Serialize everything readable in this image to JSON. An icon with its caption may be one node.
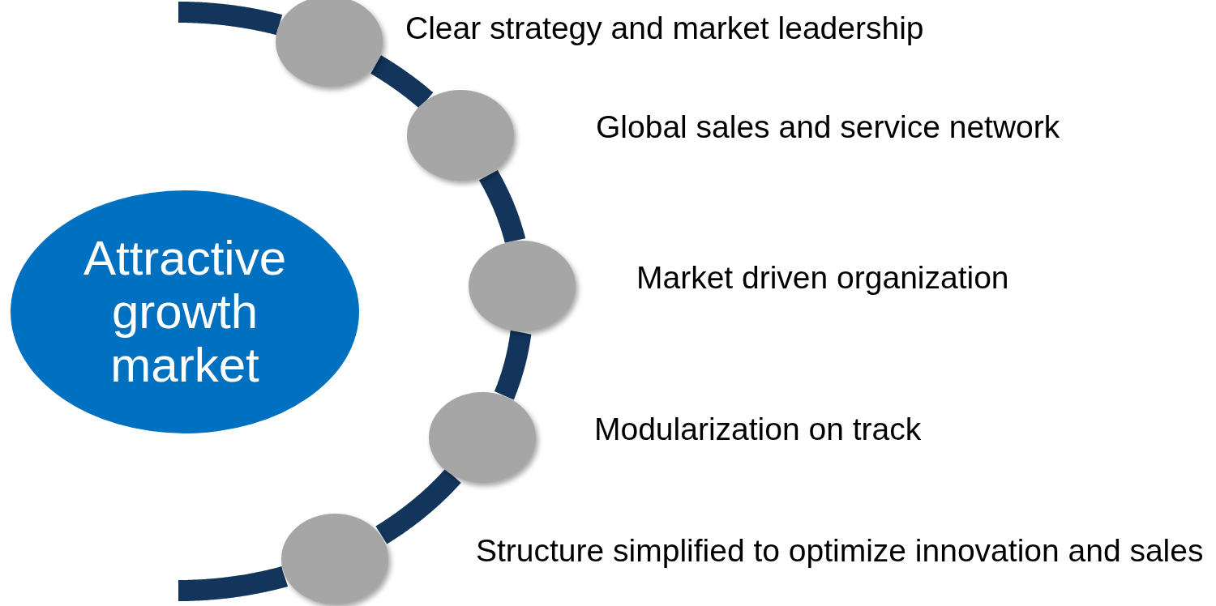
{
  "diagram": {
    "nodes": [
      {
        "text": [
          "Attractive growth market"
        ]
      },
      {
        "text": [],
        "shape": "circle",
        "beside": [
          "Clear strategy and market leadership"
        ]
      },
      {
        "text": [],
        "shape": "circle",
        "beside": [
          "Global sales and service network"
        ]
      },
      {
        "text": [],
        "shape": "circle",
        "beside": [
          "Market driven organization"
        ]
      },
      {
        "text": [],
        "shape": "circle",
        "beside": [
          "Modularization on track"
        ]
      },
      {
        "text": [],
        "shape": "circle",
        "beside": [
          "Structure simplified to optimize innovation and sales"
        ]
      }
    ],
    "edges": [
      {
        "from": null,
        "to": 1,
        "arrow": "none",
        "color": "#13355c"
      },
      {
        "from": 1,
        "to": 2,
        "arrow": "none",
        "color": "#13355c"
      },
      {
        "from": 2,
        "to": 3,
        "arrow": "none",
        "color": "#13355c"
      },
      {
        "from": 3,
        "to": 4,
        "arrow": "none",
        "color": "#13355c"
      },
      {
        "from": 4,
        "to": 5,
        "arrow": "none",
        "color": "#13355c"
      },
      {
        "from": 5,
        "to": null,
        "arrow": "none",
        "color": "#13355c"
      }
    ]
  }
}
